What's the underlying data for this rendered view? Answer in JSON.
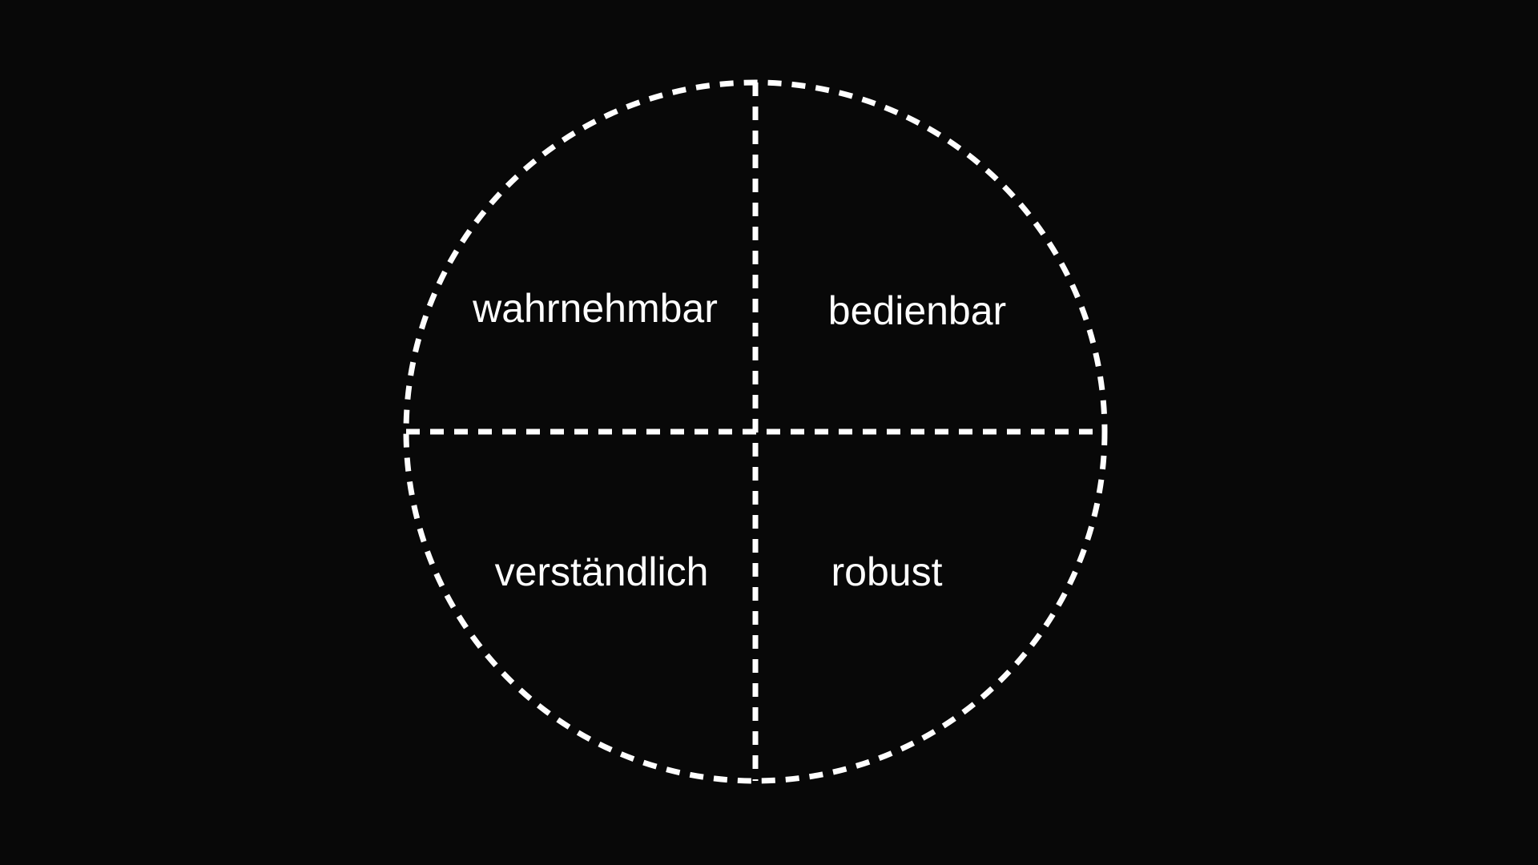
{
  "diagram": {
    "quadrants": {
      "top_left": "wahrnehmbar",
      "top_right": "bedienbar",
      "bottom_left": "verständlich",
      "bottom_right": "robust"
    },
    "colors": {
      "background": "#080808",
      "stroke": "#ffffff",
      "text": "#ffffff"
    }
  }
}
